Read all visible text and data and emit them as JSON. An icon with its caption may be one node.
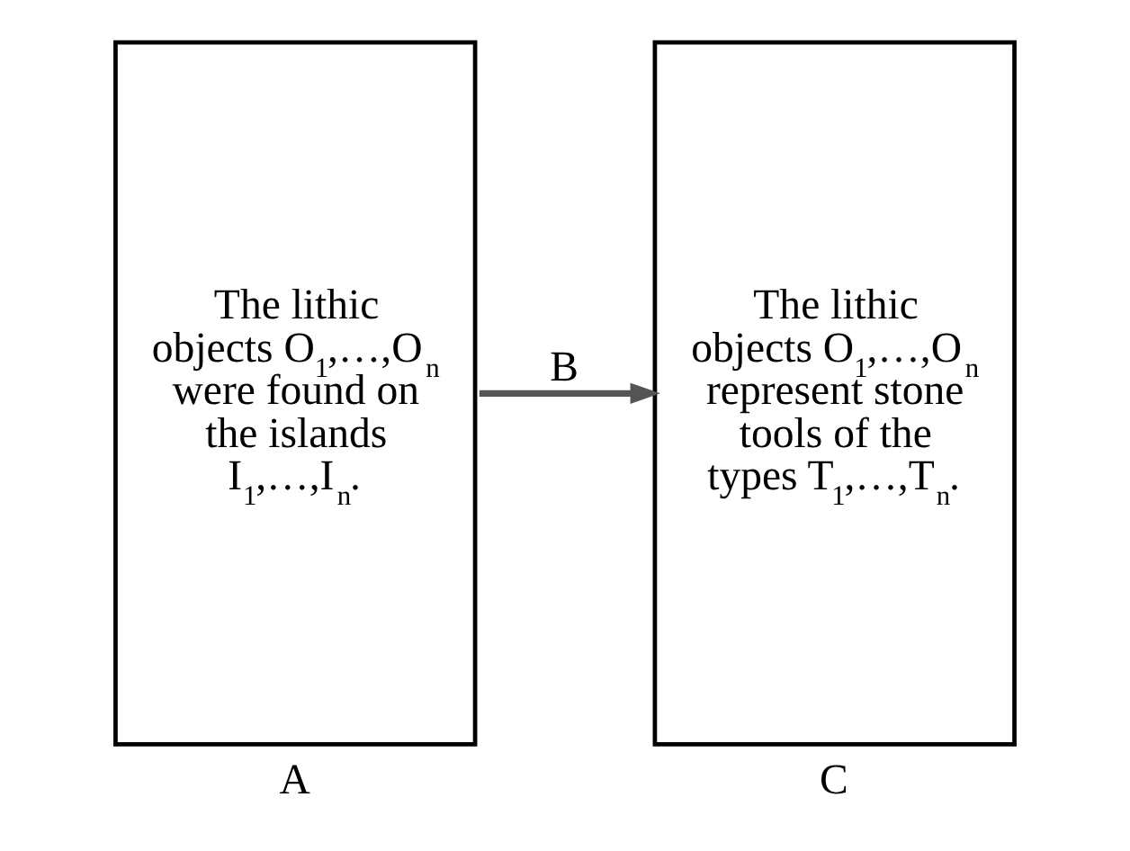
{
  "diagram": {
    "nodes": [
      {
        "text": [
          "The lithic objects O$_{1}$,…,O$_{n}$ were found on the islands I$_{1}$,…,I$_{n}$."
        ],
        "beside": [
          "A"
        ]
      },
      {
        "text": [
          "The lithic objects O$_{1}$,…,O$_{n}$ represent stone tools of the types T$_{1}$,…,T$_{n}$."
        ],
        "beside": [
          "C"
        ]
      }
    ],
    "edges": [
      {
        "from": 0,
        "to": 1,
        "arrow": "to",
        "label": "B"
      }
    ]
  }
}
